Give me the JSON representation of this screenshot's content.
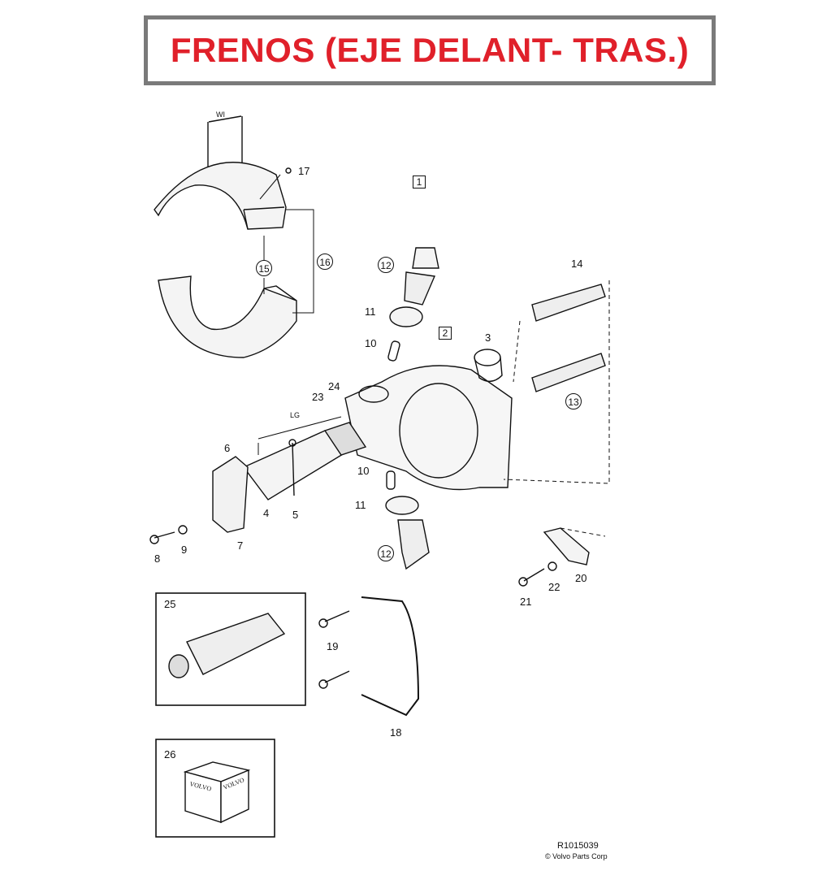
{
  "title": "FRENOS (EJE DELANT- TRAS.)",
  "dimensions": {
    "width_label": "WI",
    "length_label": "LG"
  },
  "callouts": {
    "c1": "1",
    "c2": "2",
    "c3": "3",
    "c4": "4",
    "c5": "5",
    "c6": "6",
    "c7": "7",
    "c8": "8",
    "c9": "9",
    "c10a": "10",
    "c10b": "10",
    "c11a": "11",
    "c11b": "11",
    "c12a": "12",
    "c12b": "12",
    "c13": "13",
    "c14": "14",
    "c15": "15",
    "c16": "16",
    "c17": "17",
    "c18": "18",
    "c19": "19",
    "c20": "20",
    "c21": "21",
    "c22": "22",
    "c23": "23",
    "c24": "24",
    "c25": "25",
    "c26": "26"
  },
  "packaging_text": "VOLVO",
  "footer": {
    "drawing_number": "R1015039",
    "copyright": "© Volvo Parts Corp"
  }
}
